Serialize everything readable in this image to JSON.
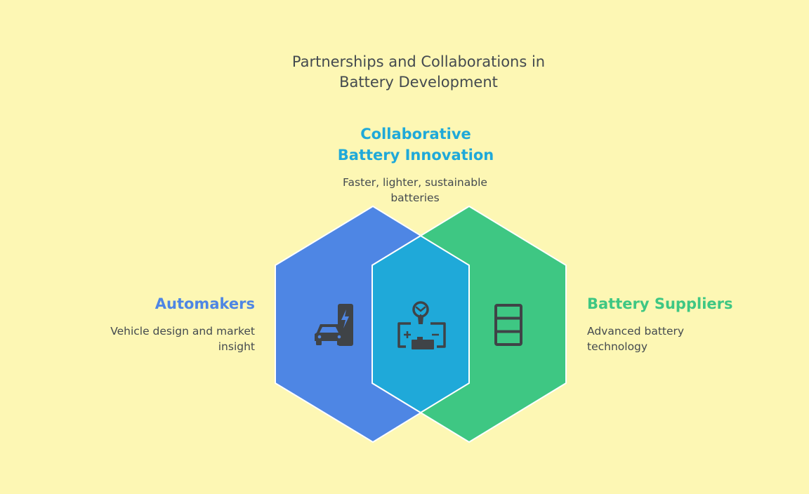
{
  "colors": {
    "background": "#fdf7b4",
    "automakers": "#4e86e4",
    "suppliers": "#3ec783",
    "overlap": "#1fa9d9",
    "icon": "#3f4347",
    "text": "#444a4f"
  },
  "title": {
    "line1": "Partnerships and Collaborations in",
    "line2": "Battery Development"
  },
  "center": {
    "heading_line1": "Collaborative",
    "heading_line2": "Battery Innovation",
    "desc_line1": "Faster, lighter, sustainable",
    "desc_line2": "batteries",
    "icon": "battery-idea-icon"
  },
  "left": {
    "heading": "Automakers",
    "desc_line1": "Vehicle design and market",
    "desc_line2": "insight",
    "icon": "electric-car-charging-icon"
  },
  "right": {
    "heading": "Battery Suppliers",
    "desc_line1": "Advanced battery",
    "desc_line2": "technology",
    "icon": "battery-cells-icon"
  }
}
